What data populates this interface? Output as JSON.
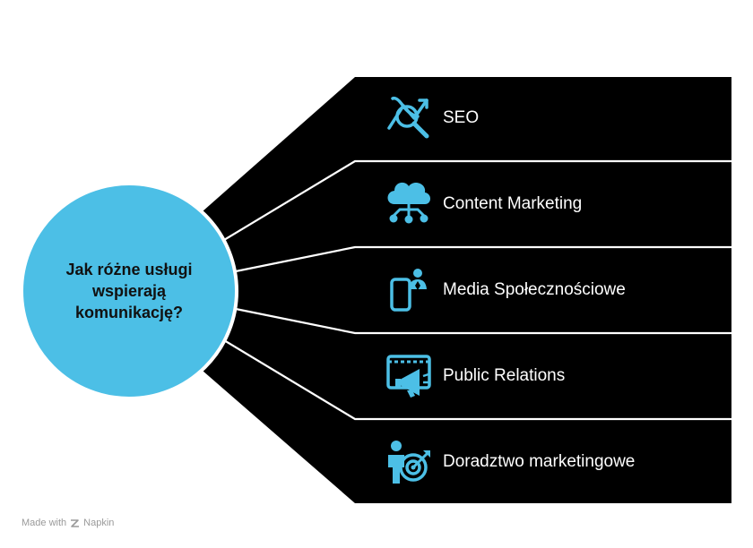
{
  "center": {
    "lines": [
      "Jak różne usługi",
      "wspierają",
      "komunikację?"
    ]
  },
  "items": [
    {
      "label": "SEO",
      "icon": "seo-analytics-icon"
    },
    {
      "label": "Content Marketing",
      "icon": "cloud-network-icon"
    },
    {
      "label": "Media Społecznościowe",
      "icon": "mobile-user-icon"
    },
    {
      "label": "Public Relations",
      "icon": "megaphone-screen-icon"
    },
    {
      "label": "Doradztwo marketingowe",
      "icon": "target-advisor-icon"
    }
  ],
  "footer": {
    "made_with": "Made with",
    "brand": "Napkin"
  },
  "colors": {
    "accent": "#4CBFE6",
    "panel": "#000000",
    "divider": "#ffffff",
    "background": "#ffffff"
  }
}
